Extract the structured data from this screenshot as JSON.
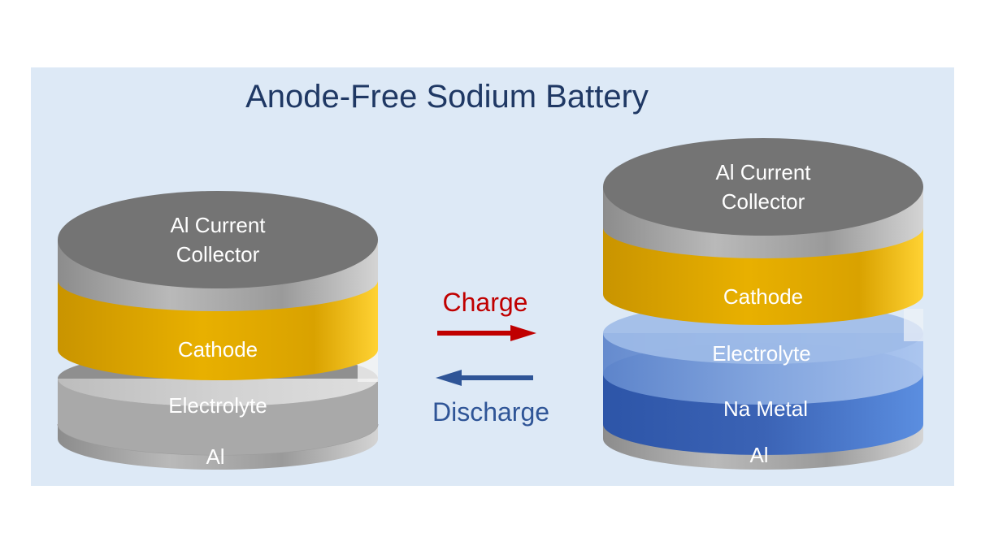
{
  "title": "Anode-Free Sodium Battery",
  "colors": {
    "panel_bg": "#dde9f6",
    "title": "#1f3864",
    "charge": "#c00000",
    "discharge": "#2f5597",
    "cathode": "#e3a900",
    "na_metal": "#3c66b8",
    "electrolyte_blue": "#7aa0dc",
    "grey_dark": "#7a7a7a",
    "grey_light": "#b5b5b5"
  },
  "left_cell": {
    "collector_label_line1": "Al Current",
    "collector_label_line2": "Collector",
    "cathode_label": "Cathode",
    "electrolyte_label": "Electrolyte",
    "base_label": "Al"
  },
  "right_cell": {
    "collector_label_line1": "Al Current",
    "collector_label_line2": "Collector",
    "cathode_label": "Cathode",
    "electrolyte_label": "Electrolyte",
    "na_label": "Na Metal",
    "base_label": "Al"
  },
  "arrows": {
    "charge_label": "Charge",
    "discharge_label": "Discharge"
  }
}
